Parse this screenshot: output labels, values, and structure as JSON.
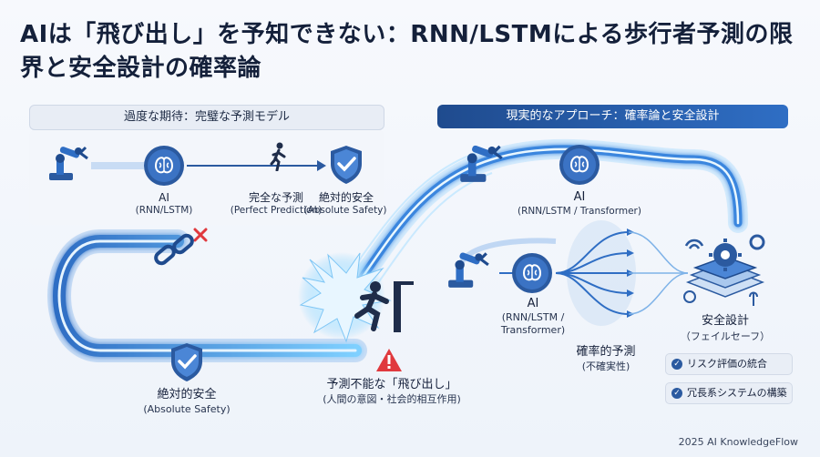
{
  "title": "AIは「飛び出し」を予知できない：RNN/LSTMによる歩行者予測の限界と安全設計の確率論",
  "left_header": "過度な期待：完璧な予測モデル",
  "right_header": "現実的なアプローチ：確率論と安全設計",
  "left_flow": {
    "ai_label": "AI",
    "ai_sub": "(RNN/LSTM)",
    "prediction_label": "完全な予測",
    "prediction_sub": "(Perfect Prediction)",
    "safety_label": "絶対的安全",
    "safety_sub": "(Absolute Safety)"
  },
  "bottom_safety": {
    "label": "絶対的安全",
    "sub": "(Absolute Safety)"
  },
  "sudden_dash": {
    "label": "予測不能な「飛び出し」",
    "sub": "(人間の意図・社会的相互作用)"
  },
  "right_top_ai": {
    "label": "AI",
    "sub": "(RNN/LSTM / Transformer)"
  },
  "right_mid_ai": {
    "label": "AI",
    "sub_line1": "(RNN/LSTM /",
    "sub_line2": "Transformer)"
  },
  "probabilistic": {
    "label": "確率的予測",
    "sub": "(不確実性)"
  },
  "safety_design": {
    "label": "安全設計",
    "sub": "（フェイルセーフ）"
  },
  "tags": [
    "リスク評価の統合",
    "冗長系システムの構築"
  ],
  "footer": "2025 AI KnowledgeFlow",
  "colors": {
    "accent_blue": "#2f6ec4",
    "dark_blue": "#1f4b8e",
    "warning_red": "#e0393e",
    "glow": "#7fd0ff"
  }
}
